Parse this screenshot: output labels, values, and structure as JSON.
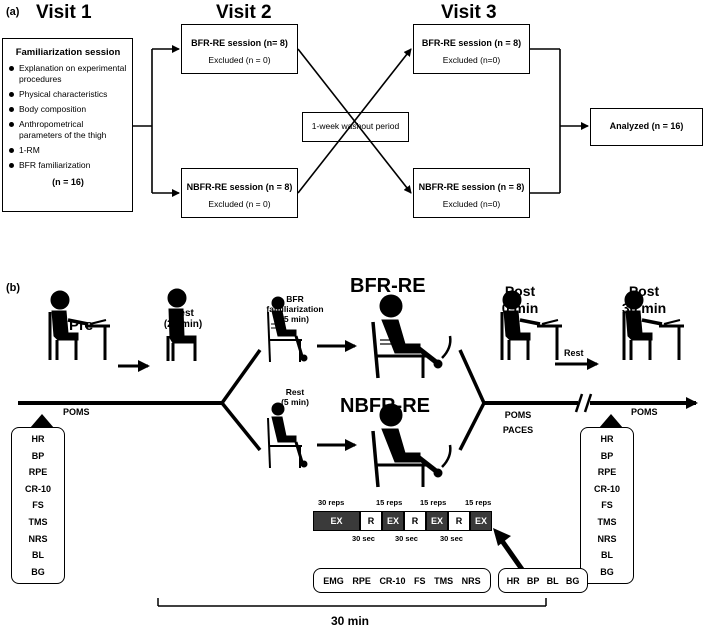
{
  "panel_a": {
    "label": "(a)",
    "visits": [
      "Visit 1",
      "Visit 2",
      "Visit 3"
    ],
    "familiarization": {
      "title": "Familiarization session",
      "items": [
        "Explanation on experimental procedures",
        "Physical characteristics",
        "Body composition",
        "Anthropometrical parameters of the thigh",
        "1-RM",
        "BFR familiarization"
      ],
      "n": "(n = 16)"
    },
    "v2_bfr": {
      "title": "BFR-RE session (n= 8)",
      "excluded": "Excluded (n = 0)"
    },
    "v2_nbfr": {
      "title": "NBFR-RE session (n = 8)",
      "excluded": "Excluded (n = 0)"
    },
    "washout": "1-week washout period",
    "v3_bfr": {
      "title": "BFR-RE session (n = 8)",
      "excluded": "Excluded (n=0)"
    },
    "v3_nbfr": {
      "title": "NBFR-RE session (n = 8)",
      "excluded": "Excluded (n=0)"
    },
    "analyzed": "Analyzed (n = 16)"
  },
  "panel_b": {
    "label": "(b)",
    "pre": "Pre",
    "rest": {
      "line1": "Rest",
      "line2": "(20 min)"
    },
    "bfr_title": "BFR-RE",
    "nbfr_title": "NBFR-RE",
    "bfr_fam": {
      "line1": "BFR",
      "line2": "familiarization",
      "line3": "(5 min)"
    },
    "rest5": {
      "line1": "Rest",
      "line2": "(5 min)"
    },
    "post0": {
      "line1": "Post",
      "line2": "0 min"
    },
    "post30": {
      "line1": "Post",
      "line2": "30 min"
    },
    "rest_arrow": "Rest",
    "poms": "POMS",
    "paces": "PACES",
    "pre_measures": [
      "HR",
      "BP",
      "RPE",
      "CR-10",
      "FS",
      "TMS",
      "NRS",
      "BL",
      "BG"
    ],
    "post30_measures": [
      "HR",
      "BP",
      "RPE",
      "CR-10",
      "FS",
      "TMS",
      "NRS",
      "BL",
      "BG"
    ],
    "protocol": {
      "reps": [
        "30 reps",
        "15 reps",
        "15 reps",
        "15 reps"
      ],
      "segments": [
        "EX",
        "R",
        "EX",
        "R",
        "EX",
        "R",
        "EX"
      ],
      "rest_times": [
        "30 sec",
        "30 sec",
        "30 sec"
      ]
    },
    "during_measures": [
      "EMG",
      "RPE",
      "CR-10",
      "FS",
      "TMS",
      "NRS"
    ],
    "end_measures": [
      "HR",
      "BP",
      "BL",
      "BG"
    ],
    "duration": "30 min"
  }
}
